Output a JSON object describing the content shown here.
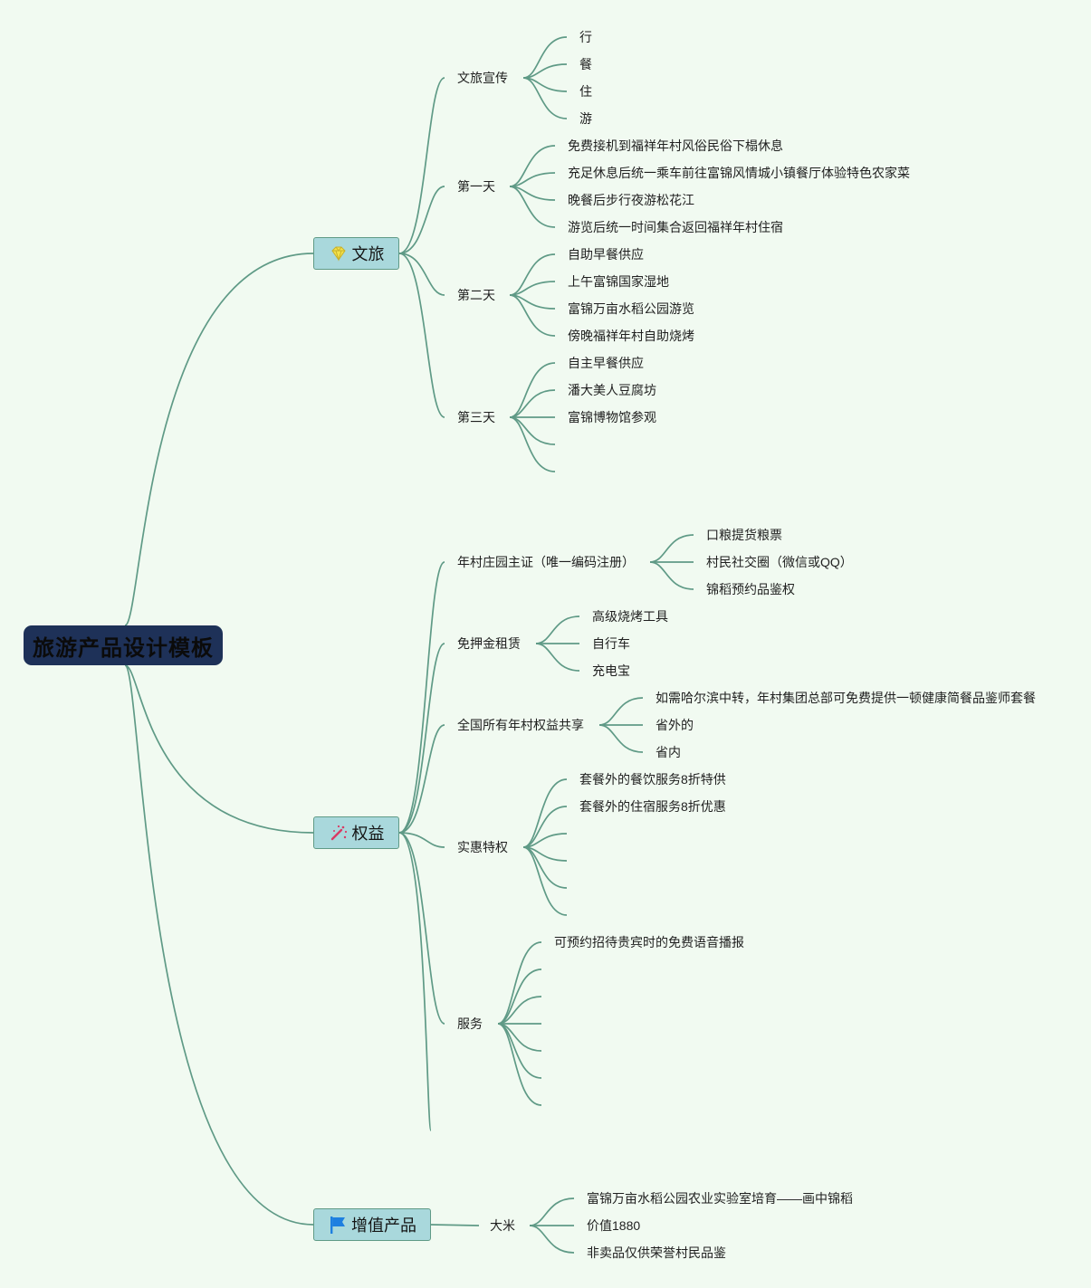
{
  "root": {
    "title": "旅游产品设计模板"
  },
  "topics": [
    {
      "label": "文旅",
      "icon": "gem-icon",
      "children": [
        {
          "label": "文旅宣传",
          "children": [
            "行",
            "餐",
            "住",
            "游"
          ]
        },
        {
          "label": "第一天",
          "children": [
            "免费接机到福祥年村风俗民俗下榻休息",
            "充足休息后统一乘车前往富锦风情城小镇餐厅体验特色农家菜",
            "晚餐后步行夜游松花江",
            "游览后统一时间集合返回福祥年村住宿"
          ]
        },
        {
          "label": "第二天",
          "children": [
            "自助早餐供应",
            "上午富锦国家湿地",
            "富锦万亩水稻公园游览",
            "傍晚福祥年村自助烧烤"
          ]
        },
        {
          "label": "第三天",
          "children": [
            "自主早餐供应",
            "潘大美人豆腐坊",
            "富锦博物馆参观",
            "",
            ""
          ]
        }
      ]
    },
    {
      "label": "权益",
      "icon": "magic-wand-icon",
      "children": [
        {
          "label": "年村庄园主证（唯一编码注册）",
          "children": [
            "口粮提货粮票",
            "村民社交圈（微信或QQ）",
            "锦稻预约品鉴权"
          ]
        },
        {
          "label": "免押金租赁",
          "children": [
            "高级烧烤工具",
            "自行车",
            "充电宝"
          ]
        },
        {
          "label": "全国所有年村权益共享",
          "children": [
            "如需哈尔滨中转，年村集团总部可免费提供一顿健康简餐品鉴师套餐",
            "省外的",
            "省内"
          ]
        },
        {
          "label": "实惠特权",
          "children": [
            "套餐外的餐饮服务8折特供",
            "套餐外的住宿服务8折优惠",
            "",
            "",
            "",
            ""
          ]
        },
        {
          "label": "服务",
          "children": [
            "可预约招待贵宾时的免费语音播报",
            "",
            "",
            "",
            "",
            "",
            ""
          ]
        },
        {
          "label": "",
          "children": []
        }
      ]
    },
    {
      "label": "增值产品",
      "icon": "flag-icon",
      "children": [
        {
          "label": "大米",
          "children": [
            "富锦万亩水稻公园农业实验室培育——画中锦稻",
            "价值1880",
            "非卖品仅供荣誉村民品鉴"
          ]
        }
      ]
    }
  ],
  "colors": {
    "background": "#f1faf1",
    "link": "#5f9a86",
    "root_fill": "#1e3158",
    "topic_fill": "#a9d8dc"
  }
}
